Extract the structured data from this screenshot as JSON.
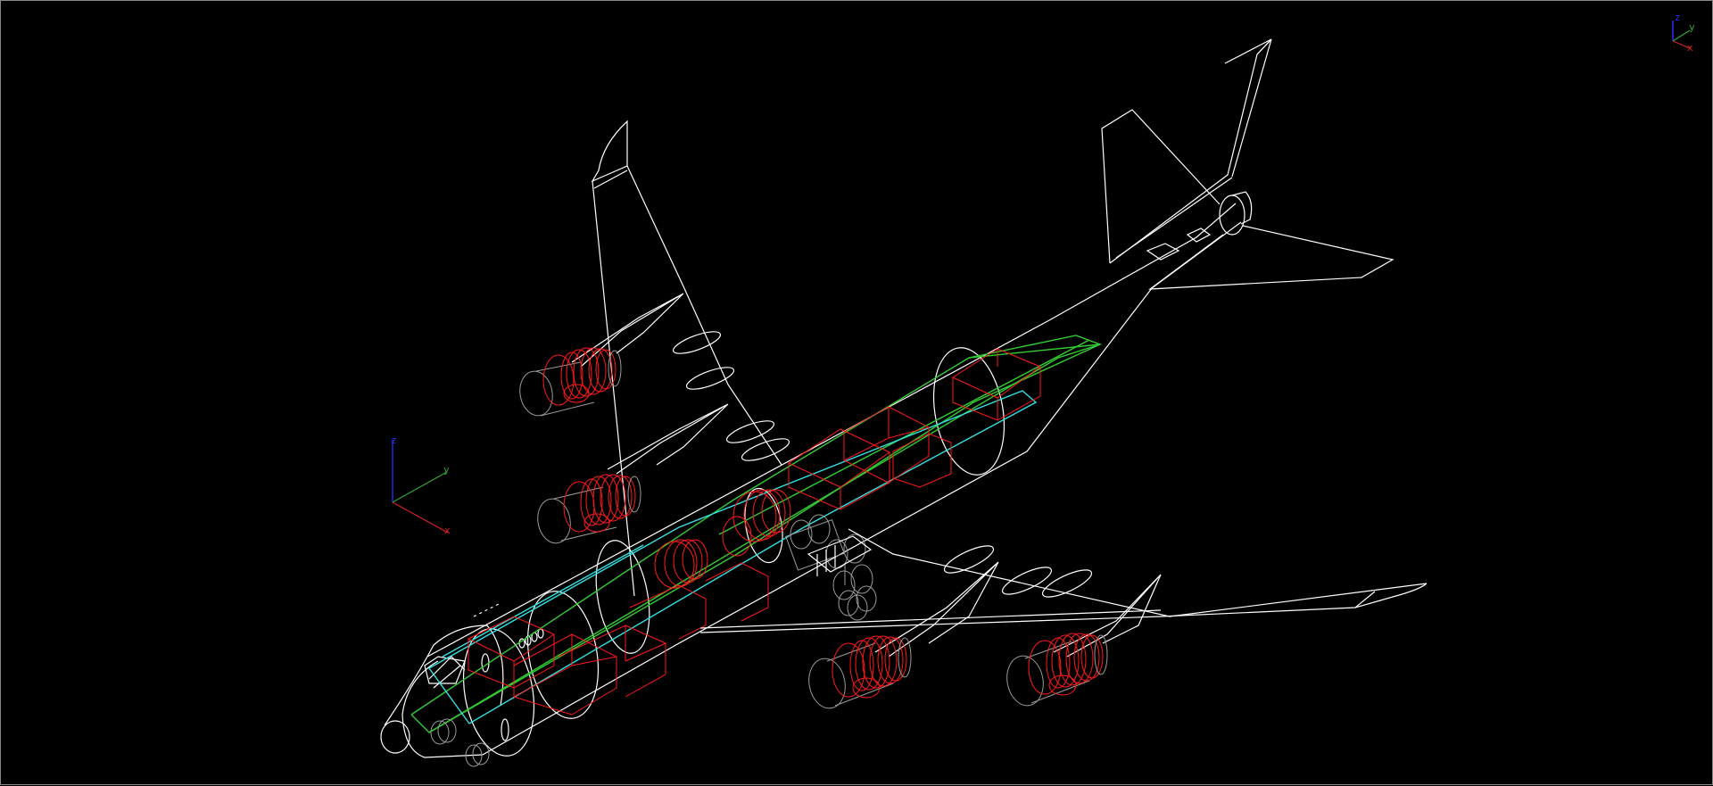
{
  "viewport": {
    "background": "#000000",
    "render_mode": "wireframe",
    "model": "four-engine airliner"
  },
  "axis_triad_main": {
    "labels": {
      "z": "z",
      "y": "y",
      "x": "x"
    },
    "colors": {
      "z": "#2233ff",
      "y": "#33aa33",
      "x": "#dd2222"
    }
  },
  "axis_triad_corner": {
    "labels": {
      "z": "z",
      "y": "y",
      "x": "x"
    },
    "colors": {
      "z": "#2233ff",
      "y": "#33aa33",
      "x": "#dd2222"
    }
  },
  "colors": {
    "airframe": "#ffffff",
    "engines": "#ff1a1a",
    "cabin_boxes": "#ff1a1a",
    "floor_green": "#33cc33",
    "floor_cyan": "#33e0e0",
    "landing_gear": "#9a9a9a"
  }
}
